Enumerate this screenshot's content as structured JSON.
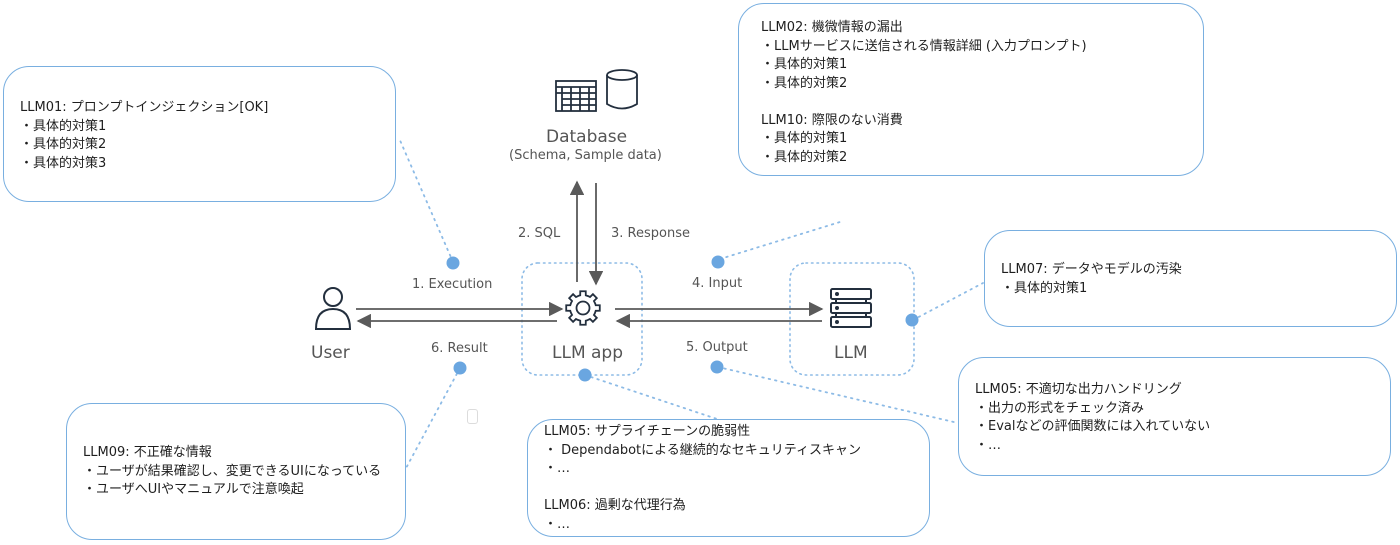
{
  "nodes": {
    "user": {
      "label": "User",
      "icon": "user-icon"
    },
    "llm_app": {
      "label": "LLM app",
      "icon": "gear-icon"
    },
    "llm": {
      "label": "LLM",
      "icon": "server-icon"
    },
    "database": {
      "label": "Database",
      "sublabel": "(Schema, Sample data)",
      "icons": [
        "table-icon",
        "database-cylinder-icon"
      ]
    }
  },
  "flows": {
    "execution": "1. Execution",
    "sql": "2. SQL",
    "response": "3. Response",
    "input": "4. Input",
    "output": "5. Output",
    "result": "6. Result"
  },
  "callouts": {
    "llm01": {
      "lines": [
        "LLM01: プロンプトインジェクション[OK]",
        "・具体的対策1",
        "・具体的対策2",
        "・具体的対策3"
      ]
    },
    "llm02_llm10": {
      "sections": [
        {
          "lines": [
            "LLM02: 機微情報の漏出",
            "・LLMサービスに送信される情報詳細 (入力プロンプト)",
            "・具体的対策1",
            "・具体的対策2"
          ]
        },
        {
          "lines": [
            "LLM10: 際限のない消費",
            "・具体的対策1",
            "・具体的対策2"
          ]
        }
      ]
    },
    "llm07": {
      "lines": [
        "LLM07: データやモデルの汚染",
        "・具体的対策1"
      ]
    },
    "llm05_output": {
      "lines": [
        "LLM05: 不適切な出力ハンドリング",
        "・出力の形式をチェック済み",
        "・Evalなどの評価関数には入れていない",
        "・…"
      ]
    },
    "llm05_llm06": {
      "sections": [
        {
          "lines": [
            "LLM05: サプライチェーンの脆弱性",
            "・ Dependabotによる継続的なセキュリティスキャン",
            "・…"
          ]
        },
        {
          "lines": [
            "LLM06: 過剰な代理行為",
            "・…"
          ]
        }
      ]
    },
    "llm09": {
      "lines": [
        "LLM09: 不正確な情報",
        "・ユーザが結果確認し、変更できるUIになっている",
        "・ユーザへUIやマニュアルで注意喚起"
      ]
    }
  },
  "colors": {
    "accent_blue": "#6aa6e0",
    "box_border": "#79afe0",
    "icon_stroke": "#232f3e",
    "arrow": "#5a5a5a",
    "label_text": "#555555"
  }
}
